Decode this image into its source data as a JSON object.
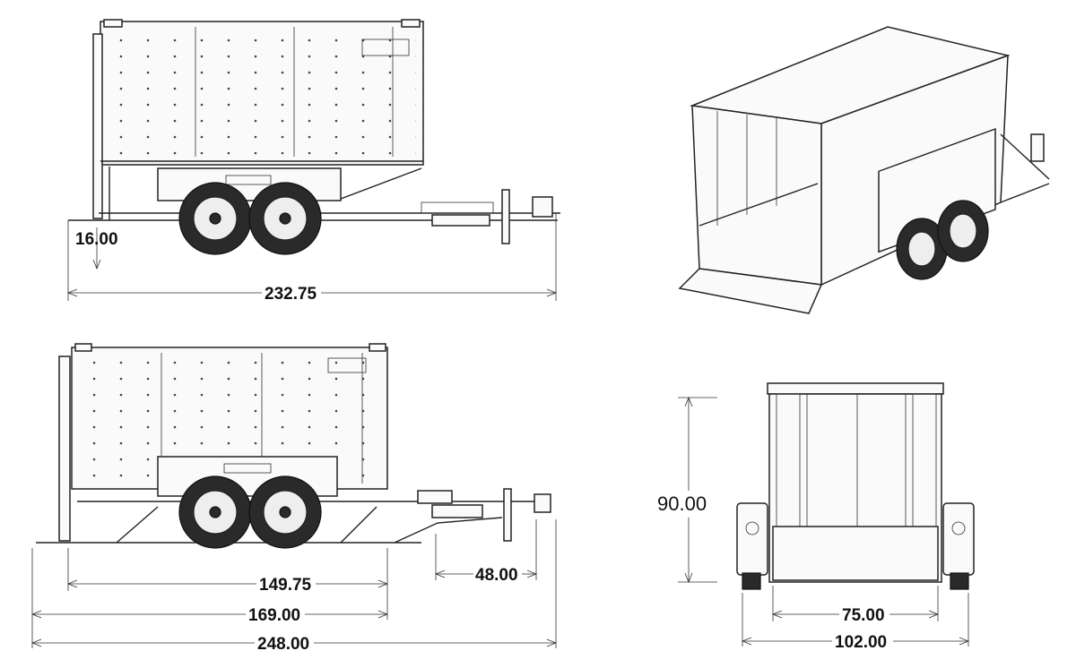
{
  "dimensions": {
    "side_ground_clearance": "16.00",
    "side_overall_length": "232.75",
    "lower_box_length": "149.75",
    "lower_hitch_length": "48.00",
    "lower_frame_length": "169.00",
    "lower_overall_length": "248.00",
    "rear_height": "90.00",
    "rear_inner_width": "75.00",
    "rear_overall_width": "102.00"
  },
  "views": [
    "side-view-top",
    "isometric-view",
    "side-view-bottom",
    "rear-view"
  ]
}
